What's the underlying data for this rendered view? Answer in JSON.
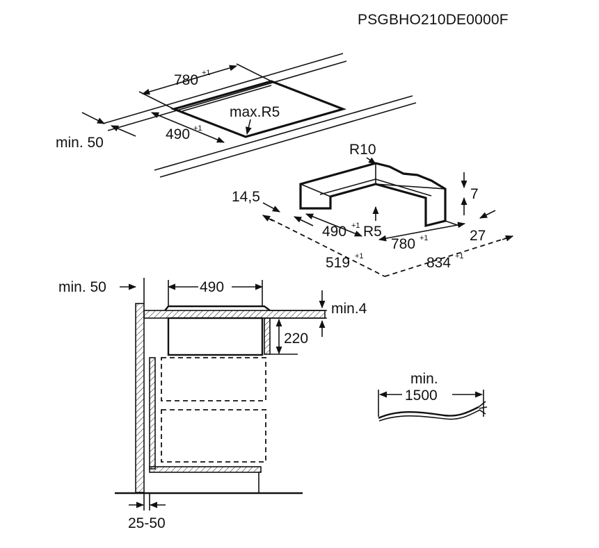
{
  "model_code": "PSGBHO210DE0000F",
  "cutout": {
    "width_label": "780",
    "width_tol": "+1",
    "depth_label": "490",
    "depth_tol": "+1",
    "radius_label": "max.R5",
    "edge_distance_label": "min. 50"
  },
  "frame": {
    "outer_radius_label": "R10",
    "thickness_label": "7",
    "flange_label": "14,5",
    "inner_depth_label": "490",
    "inner_depth_tol": "+1",
    "inner_radius_label": "R5",
    "inner_width_label": "780",
    "inner_width_tol": "+1",
    "flange_right_label": "27",
    "outer_depth_label": "519",
    "outer_depth_tol": "+1",
    "outer_width_label": "834",
    "outer_width_tol": "+1"
  },
  "section": {
    "wall_distance_label": "min. 50",
    "depth_label": "490",
    "gap_label": "min.4",
    "height_label": "220",
    "panel_distance_label": "25-50"
  },
  "cable": {
    "label_line1": "min.",
    "label_line2": "1500"
  }
}
